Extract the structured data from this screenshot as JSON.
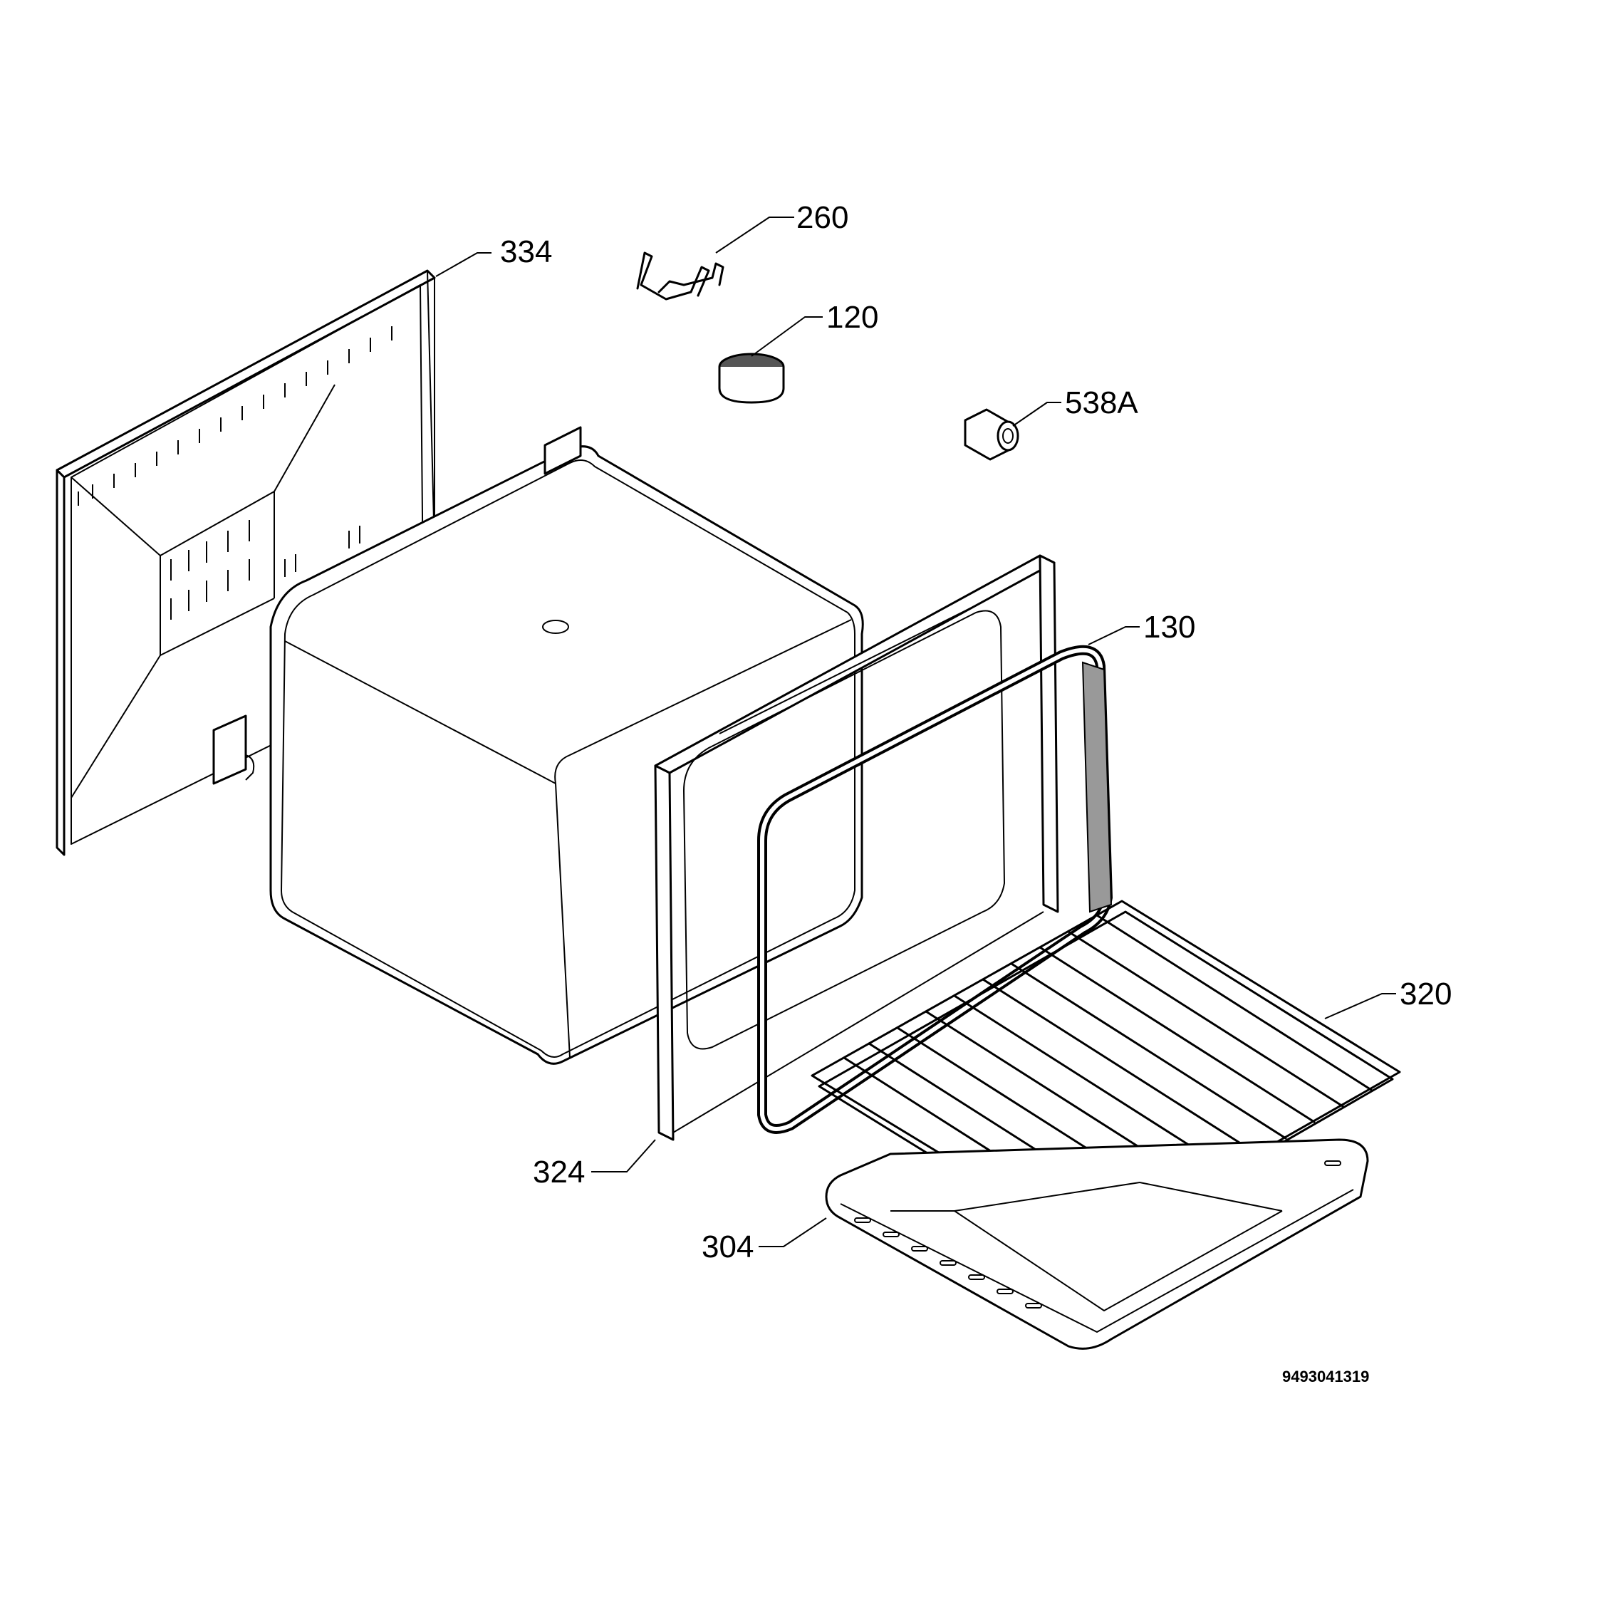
{
  "callouts": {
    "c334": "334",
    "c260": "260",
    "c120": "120",
    "c538a": "538A",
    "c130": "130",
    "c320": "320",
    "c324": "324",
    "c304": "304"
  },
  "document_number": "9493041319"
}
